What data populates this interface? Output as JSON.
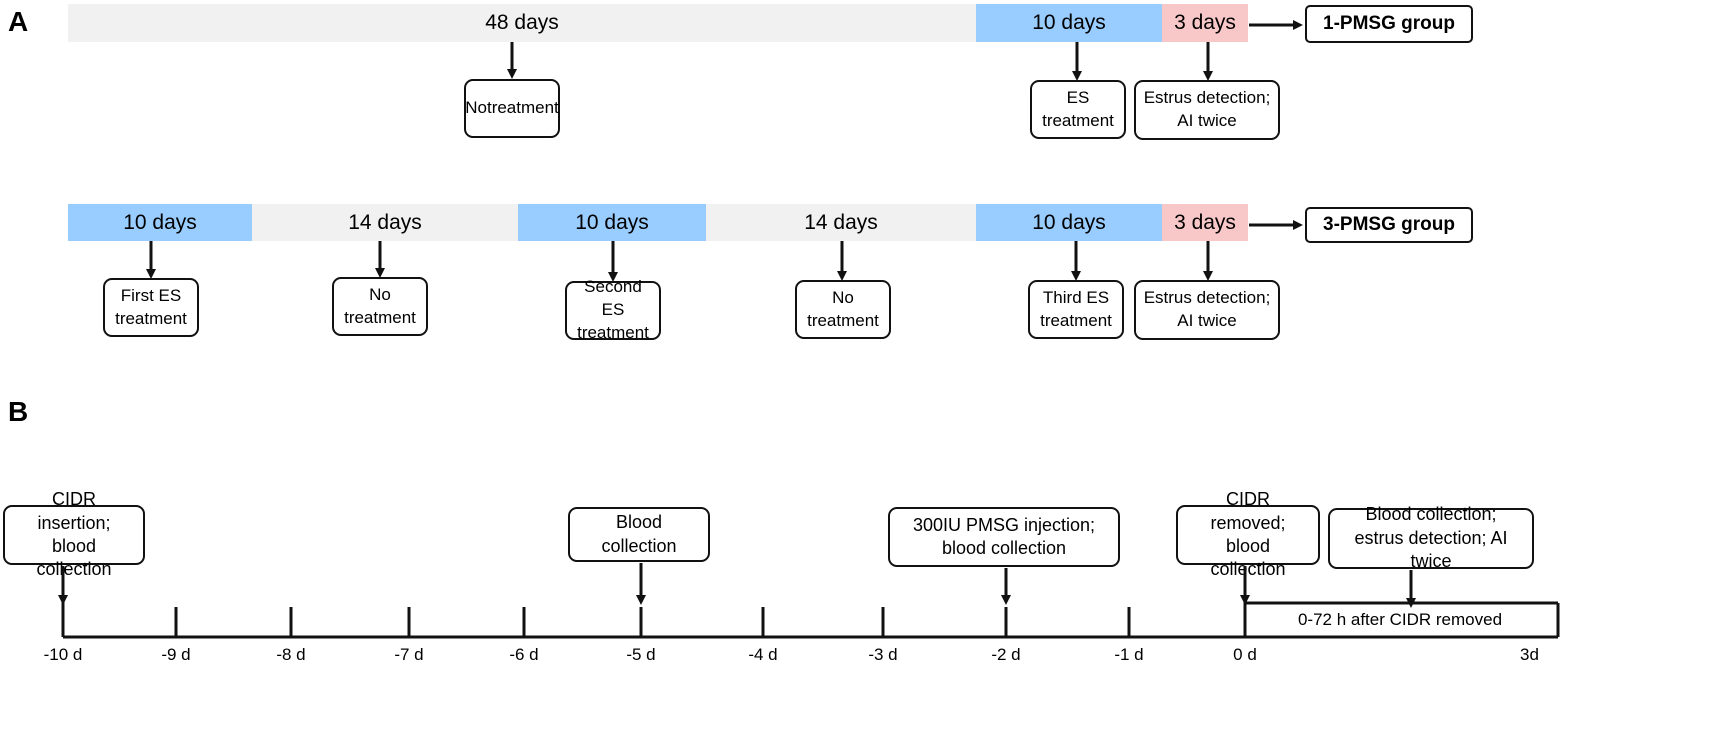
{
  "colors": {
    "gray": "#f1f1f1",
    "blue": "#99ccff",
    "pink": "#f8c8c8",
    "ink": "#111111"
  },
  "panel_a": {
    "letter": "A",
    "row1": {
      "segments": [
        {
          "label": "48 days",
          "color": "gray"
        },
        {
          "label": "10 days",
          "color": "blue"
        },
        {
          "label": "3 days",
          "color": "pink"
        }
      ],
      "boxes": [
        {
          "lines": [
            "No",
            "treatment"
          ]
        },
        {
          "lines": [
            "ES",
            "treatment"
          ]
        },
        {
          "lines": [
            "Estrus detection;",
            "AI twice"
          ]
        }
      ],
      "group": "1-PMSG group"
    },
    "row2": {
      "segments": [
        {
          "label": "10 days",
          "color": "blue"
        },
        {
          "label": "14 days",
          "color": "gray"
        },
        {
          "label": "10 days",
          "color": "blue"
        },
        {
          "label": "14 days",
          "color": "gray"
        },
        {
          "label": "10 days",
          "color": "blue"
        },
        {
          "label": "3 days",
          "color": "pink"
        }
      ],
      "boxes": [
        {
          "lines": [
            "First ES",
            "treatment"
          ]
        },
        {
          "lines": [
            "No",
            "treatment"
          ]
        },
        {
          "lines": [
            "Second ES",
            "treatment"
          ]
        },
        {
          "lines": [
            "No",
            "treatment"
          ]
        },
        {
          "lines": [
            "Third ES",
            "treatment"
          ]
        },
        {
          "lines": [
            "Estrus detection;",
            "AI twice"
          ]
        }
      ],
      "group": "3-PMSG group"
    }
  },
  "panel_b": {
    "letter": "B",
    "ticks": [
      "-10 d",
      "-9 d",
      "-8 d",
      "-7 d",
      "-6 d",
      "-5 d",
      "-4 d",
      "-3 d",
      "-2 d",
      "-1 d",
      "0 d"
    ],
    "end_label": "3d",
    "period_label": "0-72 h after CIDR removed",
    "events": [
      {
        "day": -10,
        "lines": [
          "CIDR insertion;",
          "blood collection"
        ]
      },
      {
        "day": -5,
        "lines": [
          "Blood collection"
        ]
      },
      {
        "day": -2,
        "lines": [
          "300IU PMSG injection;",
          "blood collection"
        ]
      },
      {
        "day": 0,
        "lines": [
          "CIDR removed;",
          "blood collection"
        ]
      },
      {
        "day": 1.5,
        "lines": [
          "Blood collection;",
          "estrus detection; AI twice"
        ]
      }
    ]
  }
}
